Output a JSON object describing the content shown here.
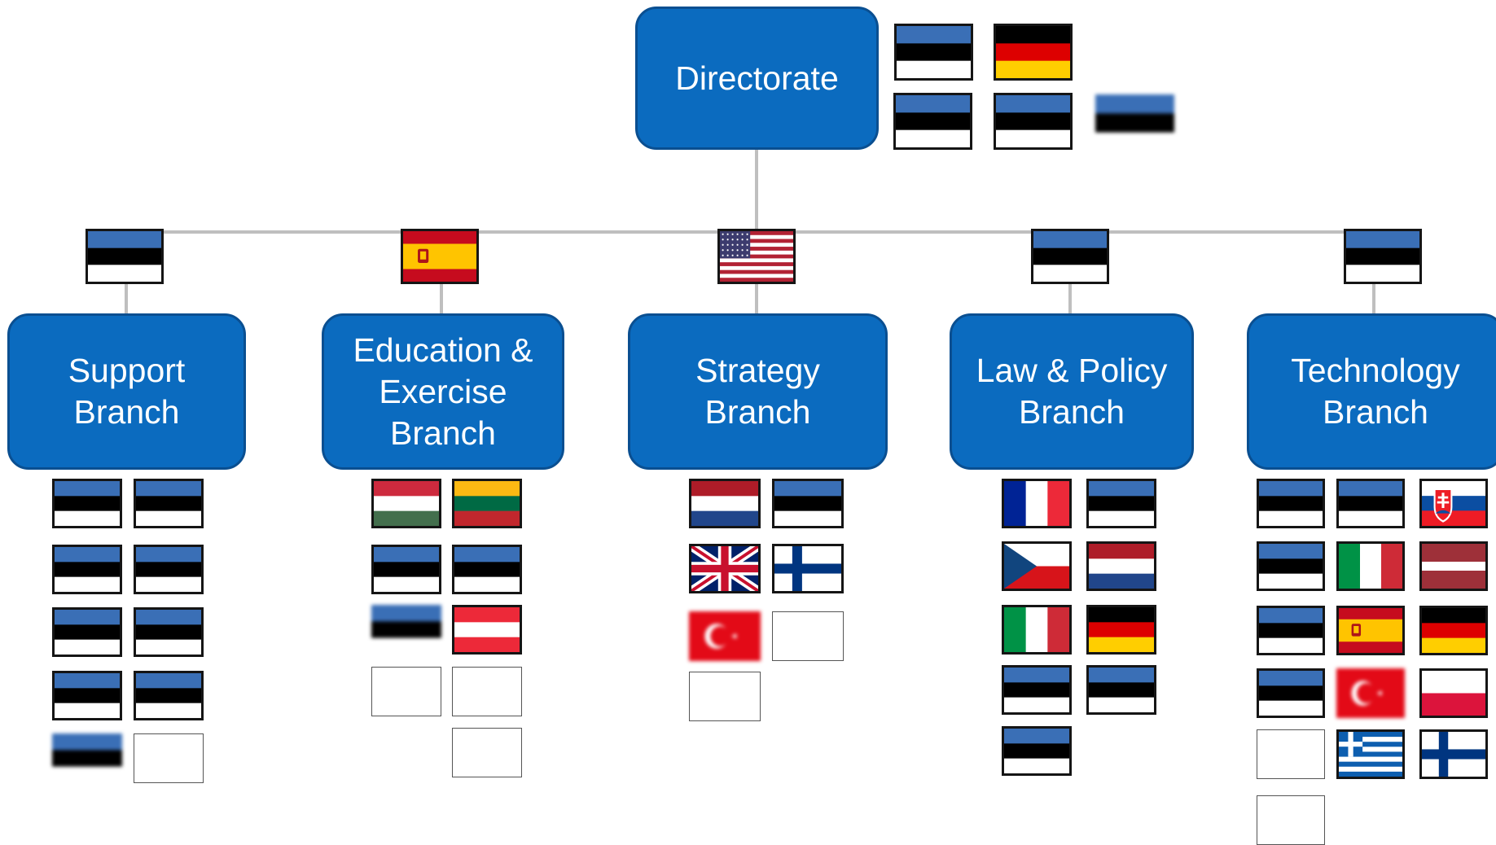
{
  "colors": {
    "box_fill": "#0b6bbf",
    "box_border": "#0a4f91",
    "box_text": "#ffffff",
    "connector": "#bfbfbf"
  },
  "directorate": {
    "label": "Directorate",
    "flags": [
      "estonia",
      "germany",
      "estonia",
      "estonia",
      "estonia-blurred"
    ]
  },
  "branches": [
    {
      "key": "support",
      "label": "Support\nBranch",
      "head_flag": "estonia",
      "member_flags": [
        "estonia",
        "estonia",
        "estonia",
        "estonia",
        "estonia",
        "estonia",
        "estonia",
        "estonia",
        "estonia-blurred",
        "empty"
      ]
    },
    {
      "key": "education",
      "label": "Education  &\nExercise\nBranch",
      "head_flag": "spain",
      "member_flags": [
        "hungary",
        "lithuania",
        "estonia",
        "estonia",
        "estonia-blurred",
        "austria",
        "empty",
        "empty",
        "empty"
      ]
    },
    {
      "key": "strategy",
      "label": "Strategy\nBranch",
      "head_flag": "united-states",
      "member_flags": [
        "netherlands",
        "estonia",
        "united-kingdom",
        "finland",
        "turkey-blurred",
        "empty",
        "empty"
      ]
    },
    {
      "key": "law-policy",
      "label": "Law & Policy\nBranch",
      "head_flag": "estonia",
      "member_flags": [
        "france",
        "estonia",
        "czech-republic",
        "netherlands",
        "italy",
        "germany",
        "estonia",
        "estonia",
        "estonia"
      ]
    },
    {
      "key": "technology",
      "label": "Technology\nBranch",
      "head_flag": "estonia",
      "member_flags": [
        "estonia",
        "estonia",
        "slovakia",
        "estonia",
        "italy",
        "latvia",
        "estonia",
        "spain",
        "germany",
        "estonia",
        "turkey-blurred",
        "poland",
        "empty",
        "greece",
        "finland",
        "empty"
      ]
    }
  ]
}
